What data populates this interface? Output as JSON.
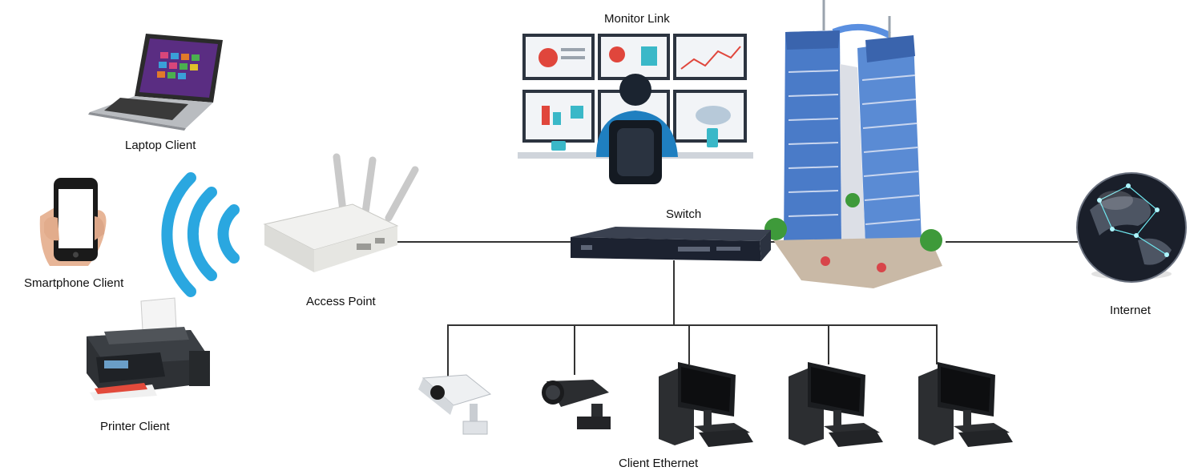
{
  "diagram": {
    "nodes": {
      "monitor": {
        "label": "Monitor Link",
        "icon": "monitoring-station-icon"
      },
      "laptop": {
        "label": "Laptop Client",
        "icon": "laptop-icon"
      },
      "smartphone": {
        "label": "Smartphone Client",
        "icon": "smartphone-icon"
      },
      "printer": {
        "label": "Printer Client",
        "icon": "printer-icon"
      },
      "access_point": {
        "label": "Access Point",
        "icon": "wireless-access-point-icon"
      },
      "switch": {
        "label": "Switch",
        "icon": "network-switch-icon"
      },
      "building": {
        "icon": "office-building-icon"
      },
      "internet": {
        "label": "Internet",
        "icon": "globe-icon"
      },
      "ethernet": {
        "label": "Client Ethernet"
      },
      "wireless": {
        "icon": "wifi-signal-icon"
      },
      "cameras": [
        {
          "icon": "box-security-camera-icon"
        },
        {
          "icon": "bullet-security-camera-icon"
        }
      ],
      "desktops": [
        {
          "icon": "desktop-computer-icon"
        },
        {
          "icon": "desktop-computer-icon"
        },
        {
          "icon": "desktop-computer-icon"
        }
      ]
    },
    "links": [
      {
        "from": "access_point",
        "to": "switch"
      },
      {
        "from": "switch",
        "to": "building"
      },
      {
        "from": "building",
        "to": "internet"
      },
      {
        "from": "switch",
        "to": "ethernet"
      }
    ],
    "colors": {
      "line": "#333333",
      "wifi": "#2aa7e0",
      "switch_body": "#1c2230",
      "building": "#4a7bc8",
      "globe": "#1a1f2a"
    }
  }
}
